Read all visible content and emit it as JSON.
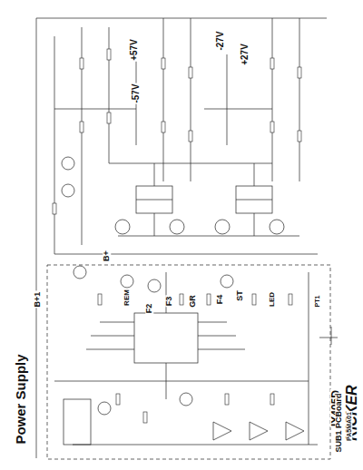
{
  "diagram": {
    "title": "Power Supply",
    "labels": [
      "IX405D",
      "KICKER",
      "+57V",
      "-57V",
      "-27V",
      "+27V",
      "B+",
      "REM",
      "F2",
      "F3",
      "GR",
      "F4",
      "ST",
      "LED",
      "B+1",
      "PT1",
      "SUB1 PCBoard",
      "PA5MA01"
    ]
  }
}
